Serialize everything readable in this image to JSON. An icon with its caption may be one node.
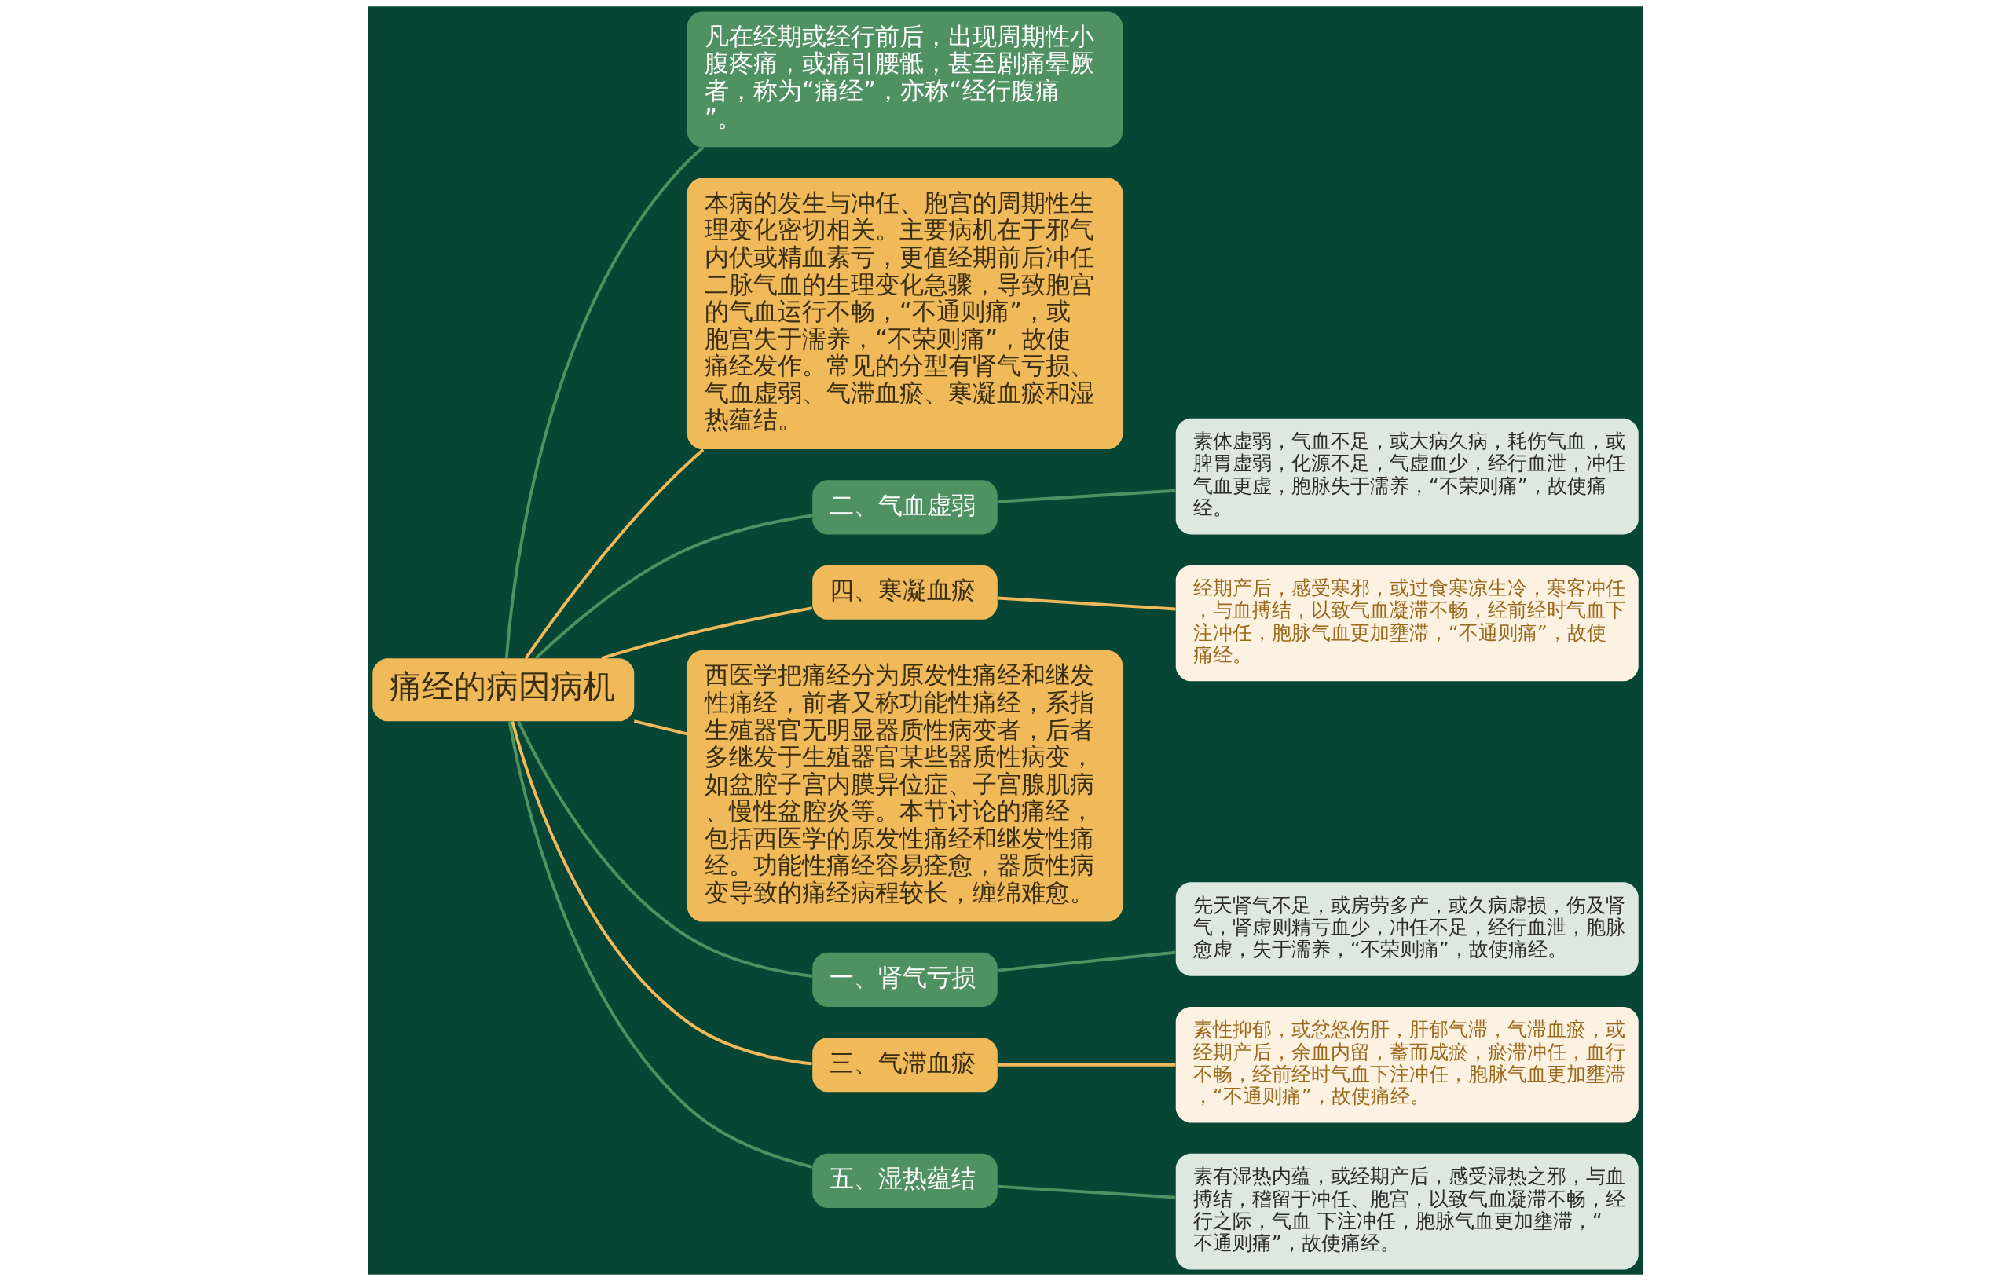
{
  "diagram": {
    "nodes": [
      {
        "text": [
          "痛经的病因病机"
        ]
      },
      {
        "text": [
          "凡在经期或经行前后，出现周期性小腹疼痛，或痛引腰骶，甚至剧痛晕厥者，称为“痛经”，亦称“经行腹痛”。"
        ]
      },
      {
        "text": [
          "本病的发生与冲任、胞宫的周期性生理变化密切相关。主要病机在于邪气内伏或精血素亏，更值经期前后冲任二脉气血的生理变化急骤，导致胞宫的气血运行不畅，“不通则痛”，或胞宫失于濡养，“不荣则痛”，故使痛经发作。常见的分型有肾气亏损、气血虚弱、气滞血瘀、寒凝血瘀和湿热蕴结。"
        ]
      },
      {
        "text": [
          "二、气血虚弱"
        ]
      },
      {
        "text": [
          "素体虚弱，气血不足，或大病久病，耗伤气血，或脾胃虚弱，化源不足，气虚血少，经行血泄，冲任气血更虚，胞脉失于濡养，“不荣则痛”，故使痛经。"
        ]
      },
      {
        "text": [
          "四、寒凝血瘀"
        ]
      },
      {
        "text": [
          "经期产后，感受寒邪，或过食寒凉生冷，寒客冲任，与血搏结，以致气血凝滞不畅，经前经时气血下注冲任，胞脉气血更加壅滞，“不通则痛”，故使痛经。"
        ]
      },
      {
        "text": [
          "西医学把痛经分为原发性痛经和继发性痛经，前者又称功能性痛经，系指生殖器官无明显器质性病变者，后者多继发于生殖器官某些器质性病变，如盆腔子宫内膜异位症、子宫腺肌病、慢性盆腔炎等。本节讨论的痛经，包括西医学的原发性痛经和继发性痛经。功能性痛经容易痊愈，器质性病变导致的痛经病程较长，缠绵难愈。"
        ]
      },
      {
        "text": [
          "一、肾气亏损"
        ]
      },
      {
        "text": [
          "先天肾气不足，或房劳多产，或久病虚损，伤及肾气，肾虚则精亏血少，冲任不足，经行血泄，胞脉愈虚，失于濡养，“不荣则痛”，故使痛经。"
        ]
      },
      {
        "text": [
          "三、气滞血瘀"
        ]
      },
      {
        "text": [
          "素性抑郁，或忿怒伤肝，肝郁气滞，气滞血瘀，或经期产后，余血内留，蓄而成瘀，瘀滞冲任，血行不畅，经前经时气血下注冲任，胞脉气血更加壅滞，“不通则痛”，故使痛经。"
        ]
      },
      {
        "text": [
          "五、湿热蕴结"
        ]
      },
      {
        "text": [
          "素有湿热内蕴，或经期产后，感受湿热之邪，与血搏结，稽留于冲任、胞宫，以致气血凝滞不畅，经行之际，气血 下注冲任，胞脉气血更加壅滞，“不通则痛”，故使痛经。"
        ]
      }
    ],
    "edges": [
      {
        "from": 0,
        "to": 1,
        "arrow": "none"
      },
      {
        "from": 0,
        "to": 2,
        "arrow": "none",
        "color": "#f0b95a"
      },
      {
        "from": 0,
        "to": 3,
        "arrow": "none"
      },
      {
        "from": 3,
        "to": 4,
        "arrow": "none"
      },
      {
        "from": 0,
        "to": 5,
        "arrow": "none",
        "color": "#f0b95a"
      },
      {
        "from": 5,
        "to": 6,
        "arrow": "none",
        "color": "#f0b95a"
      },
      {
        "from": 0,
        "to": 7,
        "arrow": "none",
        "color": "#f0b95a"
      },
      {
        "from": 0,
        "to": 8,
        "arrow": "none"
      },
      {
        "from": 8,
        "to": 9,
        "arrow": "none"
      },
      {
        "from": 0,
        "to": 10,
        "arrow": "none",
        "color": "#f0b95a"
      },
      {
        "from": 10,
        "to": 11,
        "arrow": "none",
        "color": "#f0b95a"
      },
      {
        "from": 0,
        "to": 12,
        "arrow": "none"
      },
      {
        "from": 12,
        "to": 13,
        "arrow": "none"
      }
    ]
  }
}
